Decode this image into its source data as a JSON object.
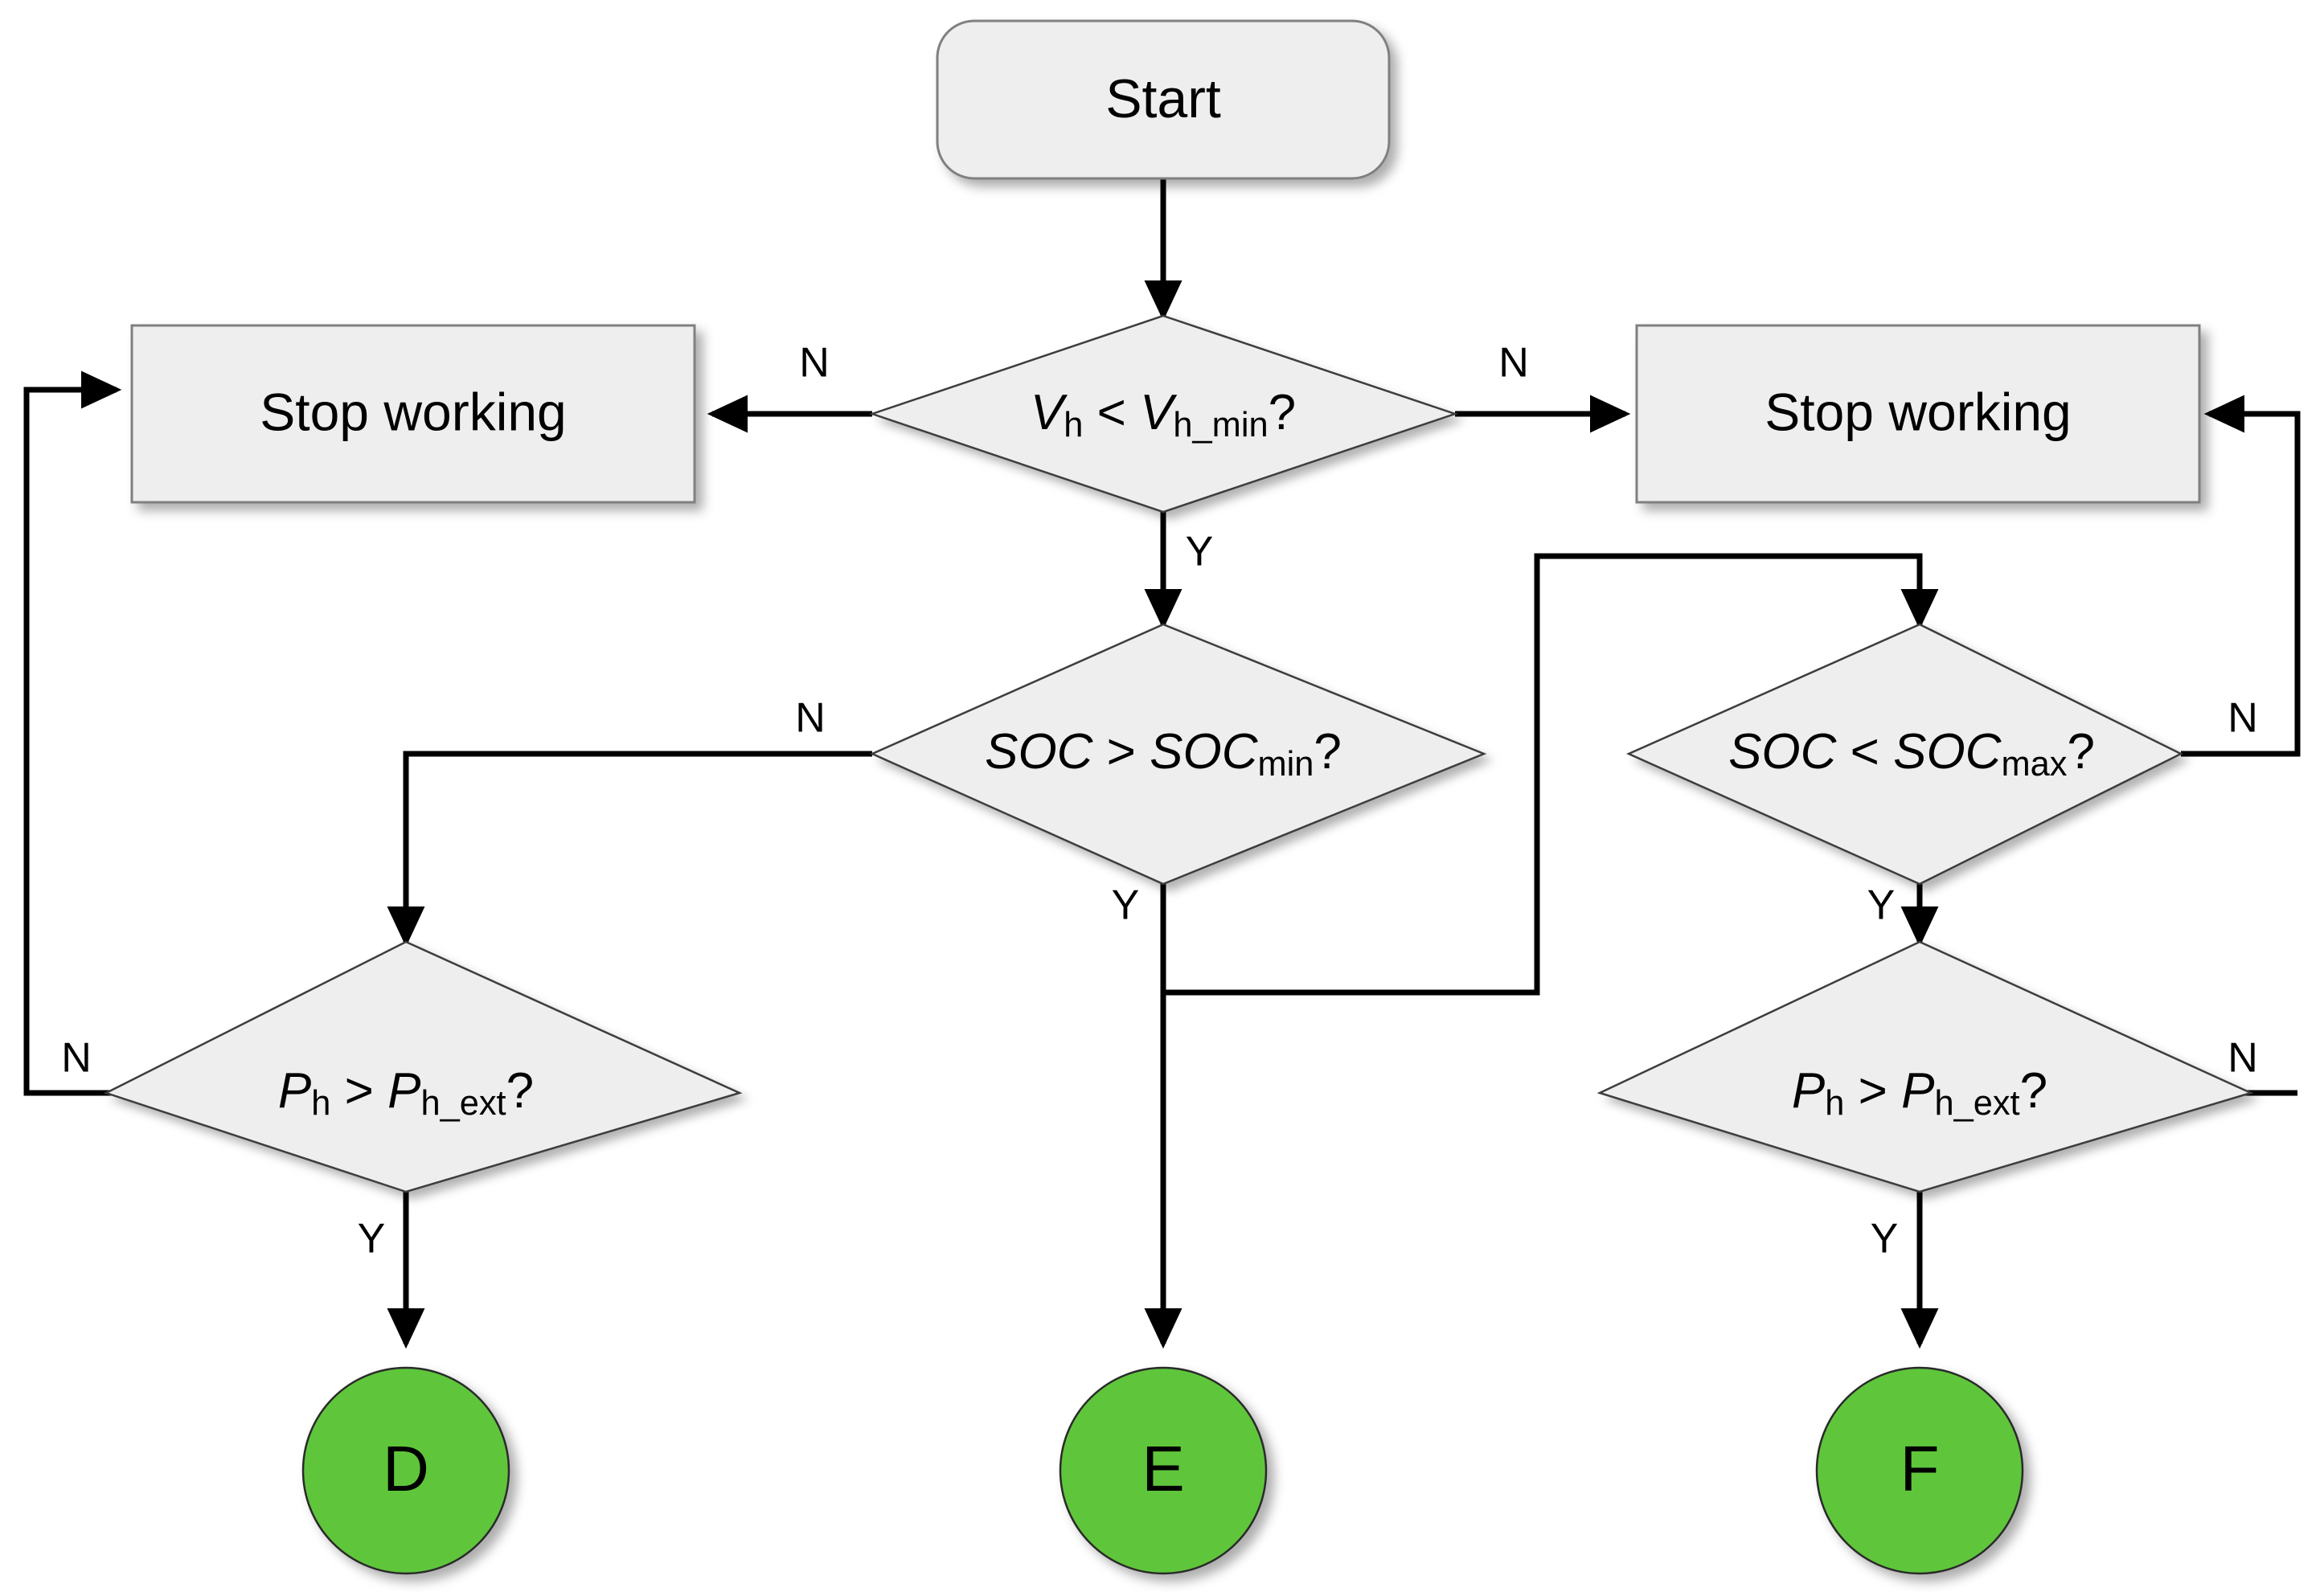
{
  "diagram": {
    "title": "Energy management decision flowchart",
    "background_color": "#ffffff",
    "shape_fill": "#eeeeee",
    "terminal_color": "#5ec63a",
    "connector_color": "#000000"
  },
  "nodes": {
    "start": {
      "label": "Start",
      "shape": "rounded-rectangle"
    },
    "stop_left": {
      "label": "Stop working",
      "shape": "rectangle"
    },
    "stop_right": {
      "label": "Stop working",
      "shape": "rectangle"
    },
    "decision_vh": {
      "shape": "diamond",
      "label": "Vh < Vh_min?",
      "parts": {
        "lhs": "V",
        "lhs_sub": "h",
        "operator": "<",
        "rhs": "V",
        "rhs_sub": "h_min",
        "suffix": "?"
      }
    },
    "decision_soc_min": {
      "shape": "diamond",
      "label": "SOC > SOCmin?",
      "parts": {
        "lhs": "SOC",
        "operator": ">",
        "rhs": "SOC",
        "rhs_sub": "min",
        "suffix": "?"
      }
    },
    "decision_soc_max": {
      "shape": "diamond",
      "label": "SOC < SOCmax?",
      "parts": {
        "lhs": "SOC",
        "operator": "<",
        "rhs": "SOC",
        "rhs_sub": "max",
        "suffix": "?"
      }
    },
    "decision_ph_left": {
      "shape": "diamond",
      "label": "Ph > Ph_ext?",
      "parts": {
        "lhs": "P",
        "lhs_sub": "h",
        "operator": ">",
        "rhs": "P",
        "rhs_sub": "h_ext",
        "suffix": "?"
      }
    },
    "decision_ph_right": {
      "shape": "diamond",
      "label": "Ph > Ph_ext?",
      "parts": {
        "lhs": "P",
        "lhs_sub": "h",
        "operator": ">",
        "rhs": "P",
        "rhs_sub": "h_ext",
        "suffix": "?"
      }
    },
    "terminal_d": {
      "label": "D",
      "shape": "circle"
    },
    "terminal_e": {
      "label": "E",
      "shape": "circle"
    },
    "terminal_f": {
      "label": "F",
      "shape": "circle"
    }
  },
  "edge_labels": {
    "vh_no_left": "N",
    "vh_no_right": "N",
    "vh_yes": "Y",
    "soc_min_no": "N",
    "soc_min_yes": "Y",
    "soc_max_no": "N",
    "soc_max_yes": "Y",
    "ph_left_no": "N",
    "ph_left_yes": "Y",
    "ph_right_no": "N",
    "ph_right_yes": "Y"
  }
}
